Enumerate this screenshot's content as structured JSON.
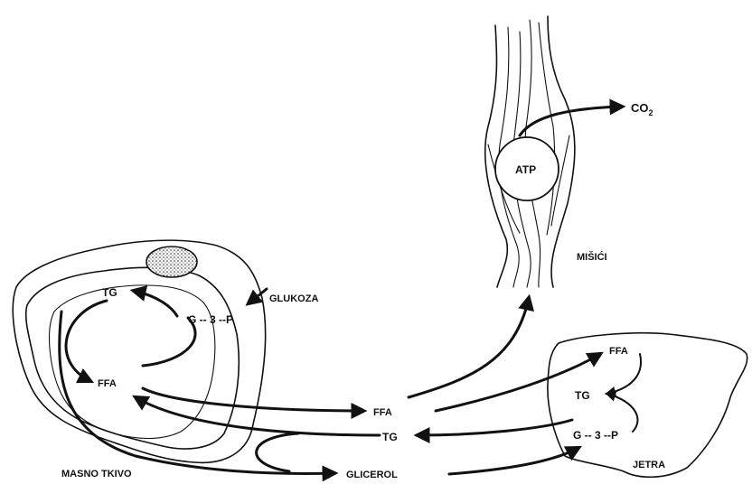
{
  "labels": {
    "tg_adipose": "TG",
    "g3p_adipose": "G -- 3 --P",
    "glukoza": "GLUKOZA",
    "ffa_adipose": "FFA",
    "masno_tkivo": "MASNO TKIVO",
    "ffa_blood": "FFA",
    "tg_blood": "TG",
    "glicerol": "GLICEROL",
    "atp": "ATP",
    "co2": "CO",
    "co2_sub": "2",
    "misici": "MIŠIĆI",
    "ffa_liver": "FFA",
    "tg_liver": "TG",
    "g3p_liver": "G -- 3 --P",
    "jetra": "JETRA"
  }
}
